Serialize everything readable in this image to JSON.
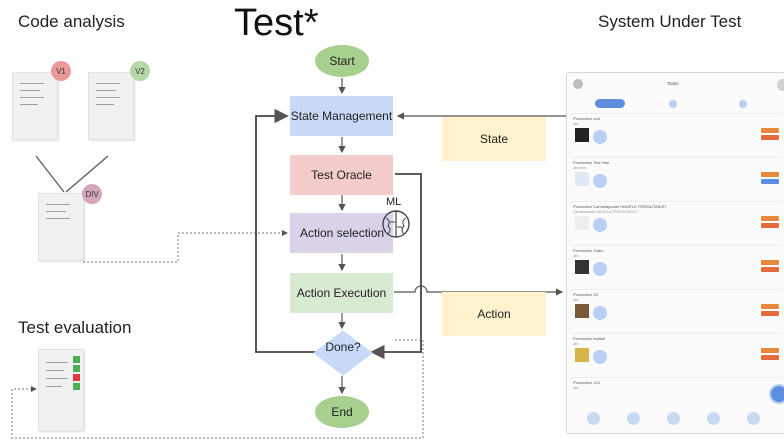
{
  "titles": {
    "code_analysis": "Code analysis",
    "test": "Test*",
    "sut": "System Under Test",
    "test_evaluation": "Test evaluation"
  },
  "badges": {
    "v1": "V1",
    "v2": "V2",
    "div": "DIV"
  },
  "flow": {
    "start": "Start",
    "state_management": "State Management",
    "test_oracle": "Test Oracle",
    "action_selection": "Action selection",
    "ml": "ML",
    "action_execution": "Action Execution",
    "done": "Done?",
    "end": "End"
  },
  "labels": {
    "state": "State",
    "action": "Action"
  },
  "colors": {
    "state_management": "#c9daf8",
    "test_oracle": "#f4cccc",
    "action_selection": "#d9d2e9",
    "action_execution": "#d9ead3",
    "terminal": "#a7d08f",
    "decision": "#c9daf8",
    "label_box": "#fff2cc",
    "badge_v1": "#ea9999",
    "badge_v2": "#b6d7a8",
    "badge_div": "#d5a6bd"
  },
  "sut_mock": {
    "header": "Tasks",
    "items": [
      {
        "title": "Production unit",
        "sub": "abc"
      },
      {
        "title": "Production Test hide",
        "sub": "abc hide"
      },
      {
        "title": "Production Carrieliaposter HIDATLE FRIENUTAIDST",
        "sub": "Carrieliaposter HIDATLE FRIENUTAIDST"
      },
      {
        "title": "Production Video",
        "sub": "abc"
      },
      {
        "title": "Production 33",
        "sub": "abc"
      },
      {
        "title": "Production testfall",
        "sub": "abc"
      },
      {
        "title": "Production 123",
        "sub": "abc"
      }
    ]
  }
}
